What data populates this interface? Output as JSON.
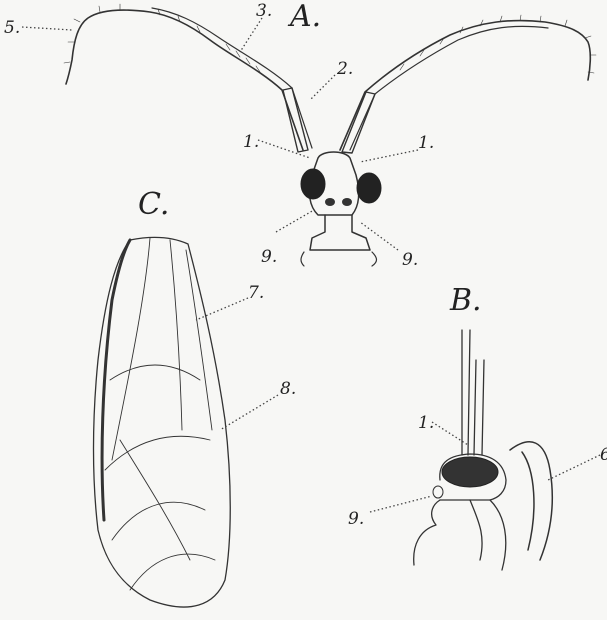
{
  "figure_labels": {
    "a": "A.",
    "b": "B.",
    "c": "C."
  },
  "part_labels": {
    "a_5": "5.",
    "a_3": "3.",
    "a_2": "2.",
    "a_1_left": "1.",
    "a_1_right": "1.",
    "a_9_left": "9.",
    "a_9_right": "9.",
    "c_7": "7.",
    "c_8": "8.",
    "b_1": "1.",
    "b_9": "9.",
    "b_6": "6"
  }
}
